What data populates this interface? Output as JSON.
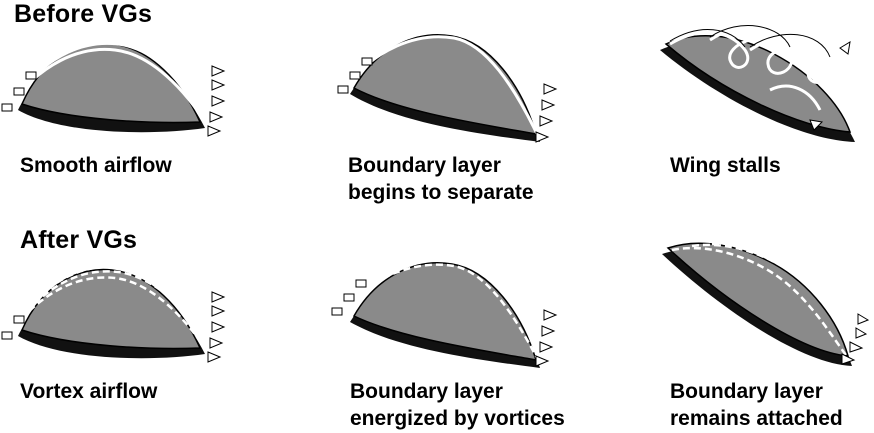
{
  "headings": {
    "before": "Before VGs",
    "after": "After VGs"
  },
  "panels": {
    "before": [
      {
        "caption_line1": "Smooth airflow",
        "caption_line2": "",
        "flow": "smooth"
      },
      {
        "caption_line1": "Boundary layer",
        "caption_line2": "begins to separate",
        "flow": "separating"
      },
      {
        "caption_line1": "Wing stalls",
        "caption_line2": "",
        "flow": "stalled"
      }
    ],
    "after": [
      {
        "caption_line1": "Vortex airflow",
        "caption_line2": "",
        "flow": "vortex"
      },
      {
        "caption_line1": "Boundary layer",
        "caption_line2": "energized by vortices",
        "flow": "vortex"
      },
      {
        "caption_line1": "Boundary layer",
        "caption_line2": "remains attached",
        "flow": "vortex-attached"
      }
    ]
  },
  "colors": {
    "wing_dark": "#111111",
    "wing_face": "#8a8a8a",
    "streamline": "#ffffff",
    "outline": "#000000"
  }
}
